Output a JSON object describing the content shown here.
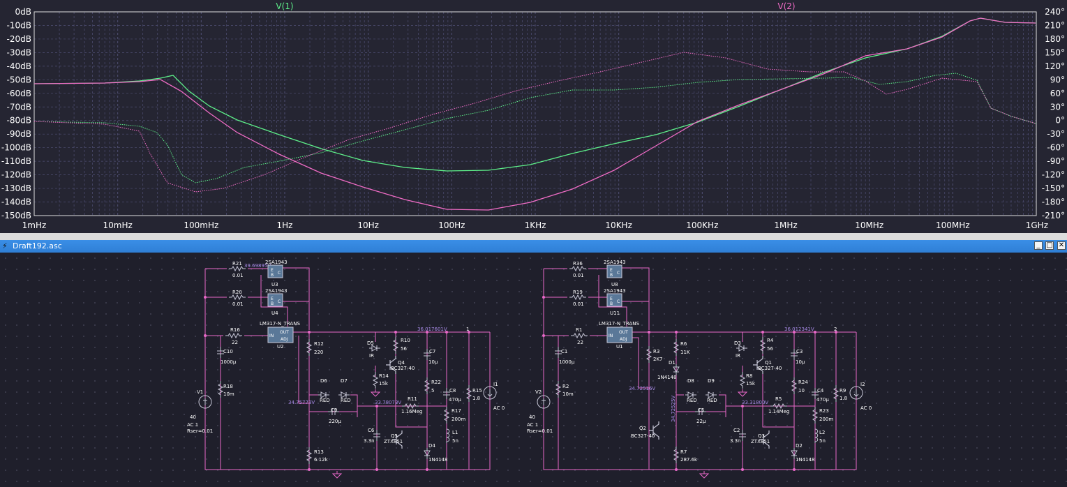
{
  "plot": {
    "trace1_label": "V(1)",
    "trace2_label": "V(2)",
    "left_axis": [
      "0dB",
      "-10dB",
      "-20dB",
      "-30dB",
      "-40dB",
      "-50dB",
      "-60dB",
      "-70dB",
      "-80dB",
      "-90dB",
      "-100dB",
      "-110dB",
      "-120dB",
      "-130dB",
      "-140dB",
      "-150dB"
    ],
    "right_axis": [
      "240°",
      "210°",
      "180°",
      "150°",
      "120°",
      "90°",
      "60°",
      "30°",
      "0°",
      "-30°",
      "-60°",
      "-90°",
      "-120°",
      "-150°",
      "-180°",
      "-210°"
    ],
    "freq_axis": [
      "1mHz",
      "10mHz",
      "100mHz",
      "1Hz",
      "10Hz",
      "100Hz",
      "1KHz",
      "10KHz",
      "100KHz",
      "1MHz",
      "10MHz",
      "100MHz",
      "1GHz"
    ],
    "colors": {
      "trace1": "#5ef08a",
      "trace2": "#f06cc6",
      "grid": "#4f4f74",
      "text": "#ffffff",
      "wire": "#e868c8",
      "component": "#c8c8d8",
      "label": "#a98ce8",
      "bg": "#1f1f2b"
    }
  },
  "window": {
    "title": "Draft192.asc",
    "minimize": "_",
    "restore": "□",
    "close": "✕"
  },
  "schematic": {
    "left": {
      "r_top1": "R21",
      "r_top1_val": "0.01",
      "node_top": "39.69895V",
      "q_top1": "2SA1943",
      "q_top1_ref": "U3",
      "r_top2": "R20",
      "r_top2_val": "0.01",
      "q_top2": "2SA1943",
      "q_top2_ref": "U4",
      "reg": "LM317-N_TRANS",
      "reg_ref": "U2",
      "reg_in": "IN",
      "reg_out": "OUT",
      "reg_adj": "ADJ",
      "r_in": "R16",
      "r_in_val": "22",
      "c_in": "C10",
      "c_in_val": "1000µ",
      "r_v": "R18",
      "r_v_val": "10m",
      "v_src": "V1",
      "v_val": "40",
      "v_ac": "AC 1",
      "v_rser": "Rser=0.01",
      "r_adj": "R12",
      "r_adj_val": "220",
      "r_bot": "R13",
      "r_bot_val": "6.12k",
      "node_out": "36.017601V",
      "node_out_num": "1",
      "node_adj": "34.75773V",
      "node_mid": "33.78073V",
      "d_ir": "D5",
      "d_ir_val": "IR",
      "r_b": "R10",
      "r_b_val": "56",
      "q4": "Q4",
      "q4_val": "BC327-40",
      "r14": "R14",
      "r14_val": "15k",
      "d6": "D6",
      "d6_val": "RED",
      "d7": "D7",
      "d7_val": "RED",
      "c9": "C9",
      "c9_val": "220µ",
      "r11": "R11",
      "r11_val": "1.16Meg",
      "c6": "C6",
      "c6_val": "3.3n",
      "q5": "Q5",
      "q5_val": "ZTX851",
      "d4": "D4",
      "d4_val": "1N4148",
      "c7": "C7",
      "c7_val": "10µ",
      "r22": "R22",
      "r22_val": "5",
      "c8": "C8",
      "c8_val": "470µ",
      "r17": "R17",
      "r17_val": "200m",
      "l1": "L1",
      "l1_val": "5n",
      "r15": "R15",
      "r15_val": "1.8",
      "i_src": "I1",
      "i_ac": "AC 0"
    },
    "right": {
      "r_top1": "R36",
      "r_top1_val": "0.01",
      "q_top1": "2SA1943",
      "q_top1_ref": "U8",
      "r_top2": "R19",
      "r_top2_val": "0.01",
      "q_top2": "2SA1943",
      "q_top2_ref": "U11",
      "reg": "LM317-N_TRANS",
      "reg_ref": "U1",
      "reg_in": "IN",
      "reg_out": "OUT",
      "reg_adj": "ADJ",
      "r_in": "R1",
      "r_in_val": "22",
      "c_in": "C1",
      "c_in_val": "1000µ",
      "r_v": "R2",
      "r_v_val": "10m",
      "v_src": "V2",
      "v_val": "40",
      "v_ac": "AC 1",
      "v_rser": "Rser=0.01",
      "r3": "R3",
      "r3_val": "2K7",
      "r6": "R6",
      "r6_val": "11K",
      "d1": "D1",
      "d1_val": "1N4148",
      "r7": "R7",
      "r7_val": "287.6k",
      "q2": "Q2",
      "q2_val": "BC327-40",
      "node_out": "36.012341V",
      "node_out_num": "2",
      "node_adj": "34.72516V",
      "node_vert": "34.72525V",
      "node_mid": "33.31800V",
      "d3": "D3",
      "d3_val": "IR",
      "r4": "R4",
      "r4_val": "56",
      "q1": "Q1",
      "q1_val": "BC327-40",
      "r8": "R8",
      "r8_val": "15k",
      "d8": "D8",
      "d8_val": "RED",
      "d9": "D9",
      "d9_val": "RED",
      "c5": "C5",
      "c5_val": "22µ",
      "r5": "R5",
      "r5_val": "1.14Meg",
      "c2": "C2",
      "c2_val": "3.3n",
      "q3": "Q3",
      "q3_val": "ZTX851",
      "d2": "D2",
      "d2_val": "1N4148",
      "c3": "C3",
      "c3_val": "10µ",
      "r24": "R24",
      "r24_val": "10",
      "c4": "C4",
      "c4_val": "470µ",
      "r23": "R23",
      "r23_val": "200m",
      "l2": "L2",
      "l2_val": "5n",
      "r9": "R9",
      "r9_val": "1.8",
      "i_src": "I2",
      "i_ac": "AC 0"
    }
  }
}
